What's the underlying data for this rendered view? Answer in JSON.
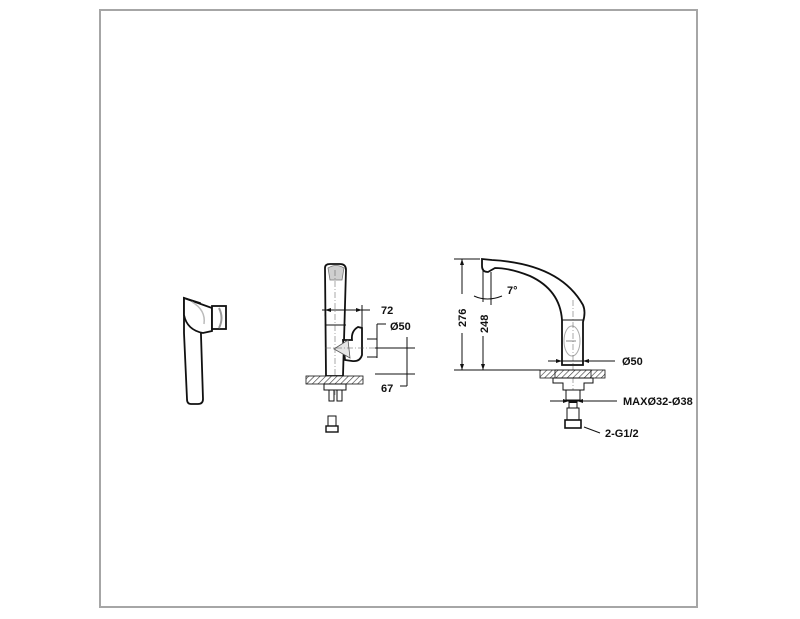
{
  "drawing": {
    "title": "Faucet technical drawing",
    "views": [
      "side-handle-view",
      "front-view",
      "side-view"
    ],
    "frame_color": "#a6a6a6",
    "line_color": "#111111"
  },
  "front_view": {
    "dims": {
      "handle_reach": "72",
      "body_diameter": "Ø50",
      "handle_height": "67"
    }
  },
  "side_view": {
    "dims": {
      "overall_height": "276",
      "spout_height": "248",
      "spout_angle": "7°",
      "base_diameter": "Ø50",
      "hole_diameter": "MAXØ32-Ø38",
      "connection": "2-G1/2"
    }
  }
}
